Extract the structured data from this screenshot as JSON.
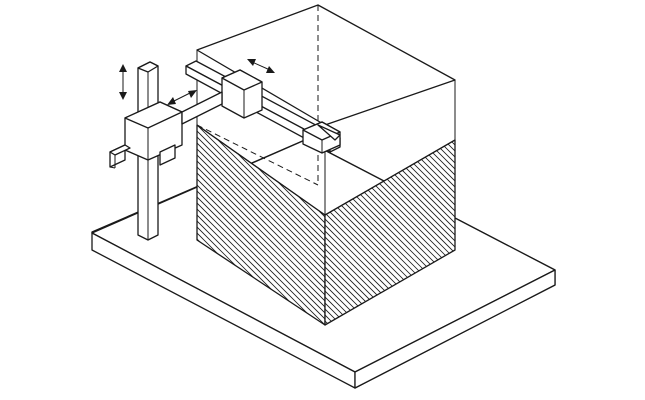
{
  "diagram": {
    "subject": "isometric-coordinate-measuring-machine",
    "colors": {
      "ink": "#1a1a1a",
      "paper": "#ffffff"
    },
    "components": [
      {
        "id": "base-plate",
        "icon": "plate-shape"
      },
      {
        "id": "vertical-column",
        "icon": "column-shape"
      },
      {
        "id": "column-carriage",
        "icon": "carriage-shape"
      },
      {
        "id": "horizontal-arm",
        "icon": "arm-shape"
      },
      {
        "id": "arm-slider",
        "icon": "slider-shape"
      },
      {
        "id": "probe-tip",
        "icon": "arrow-tip-shape"
      },
      {
        "id": "workpiece-block",
        "icon": "hatched-cube-shape"
      }
    ],
    "motion_arrows": [
      {
        "id": "z-axis",
        "icon": "double-arrow-icon"
      },
      {
        "id": "x-axis",
        "icon": "double-arrow-icon"
      },
      {
        "id": "y-axis",
        "icon": "double-arrow-icon"
      }
    ]
  }
}
